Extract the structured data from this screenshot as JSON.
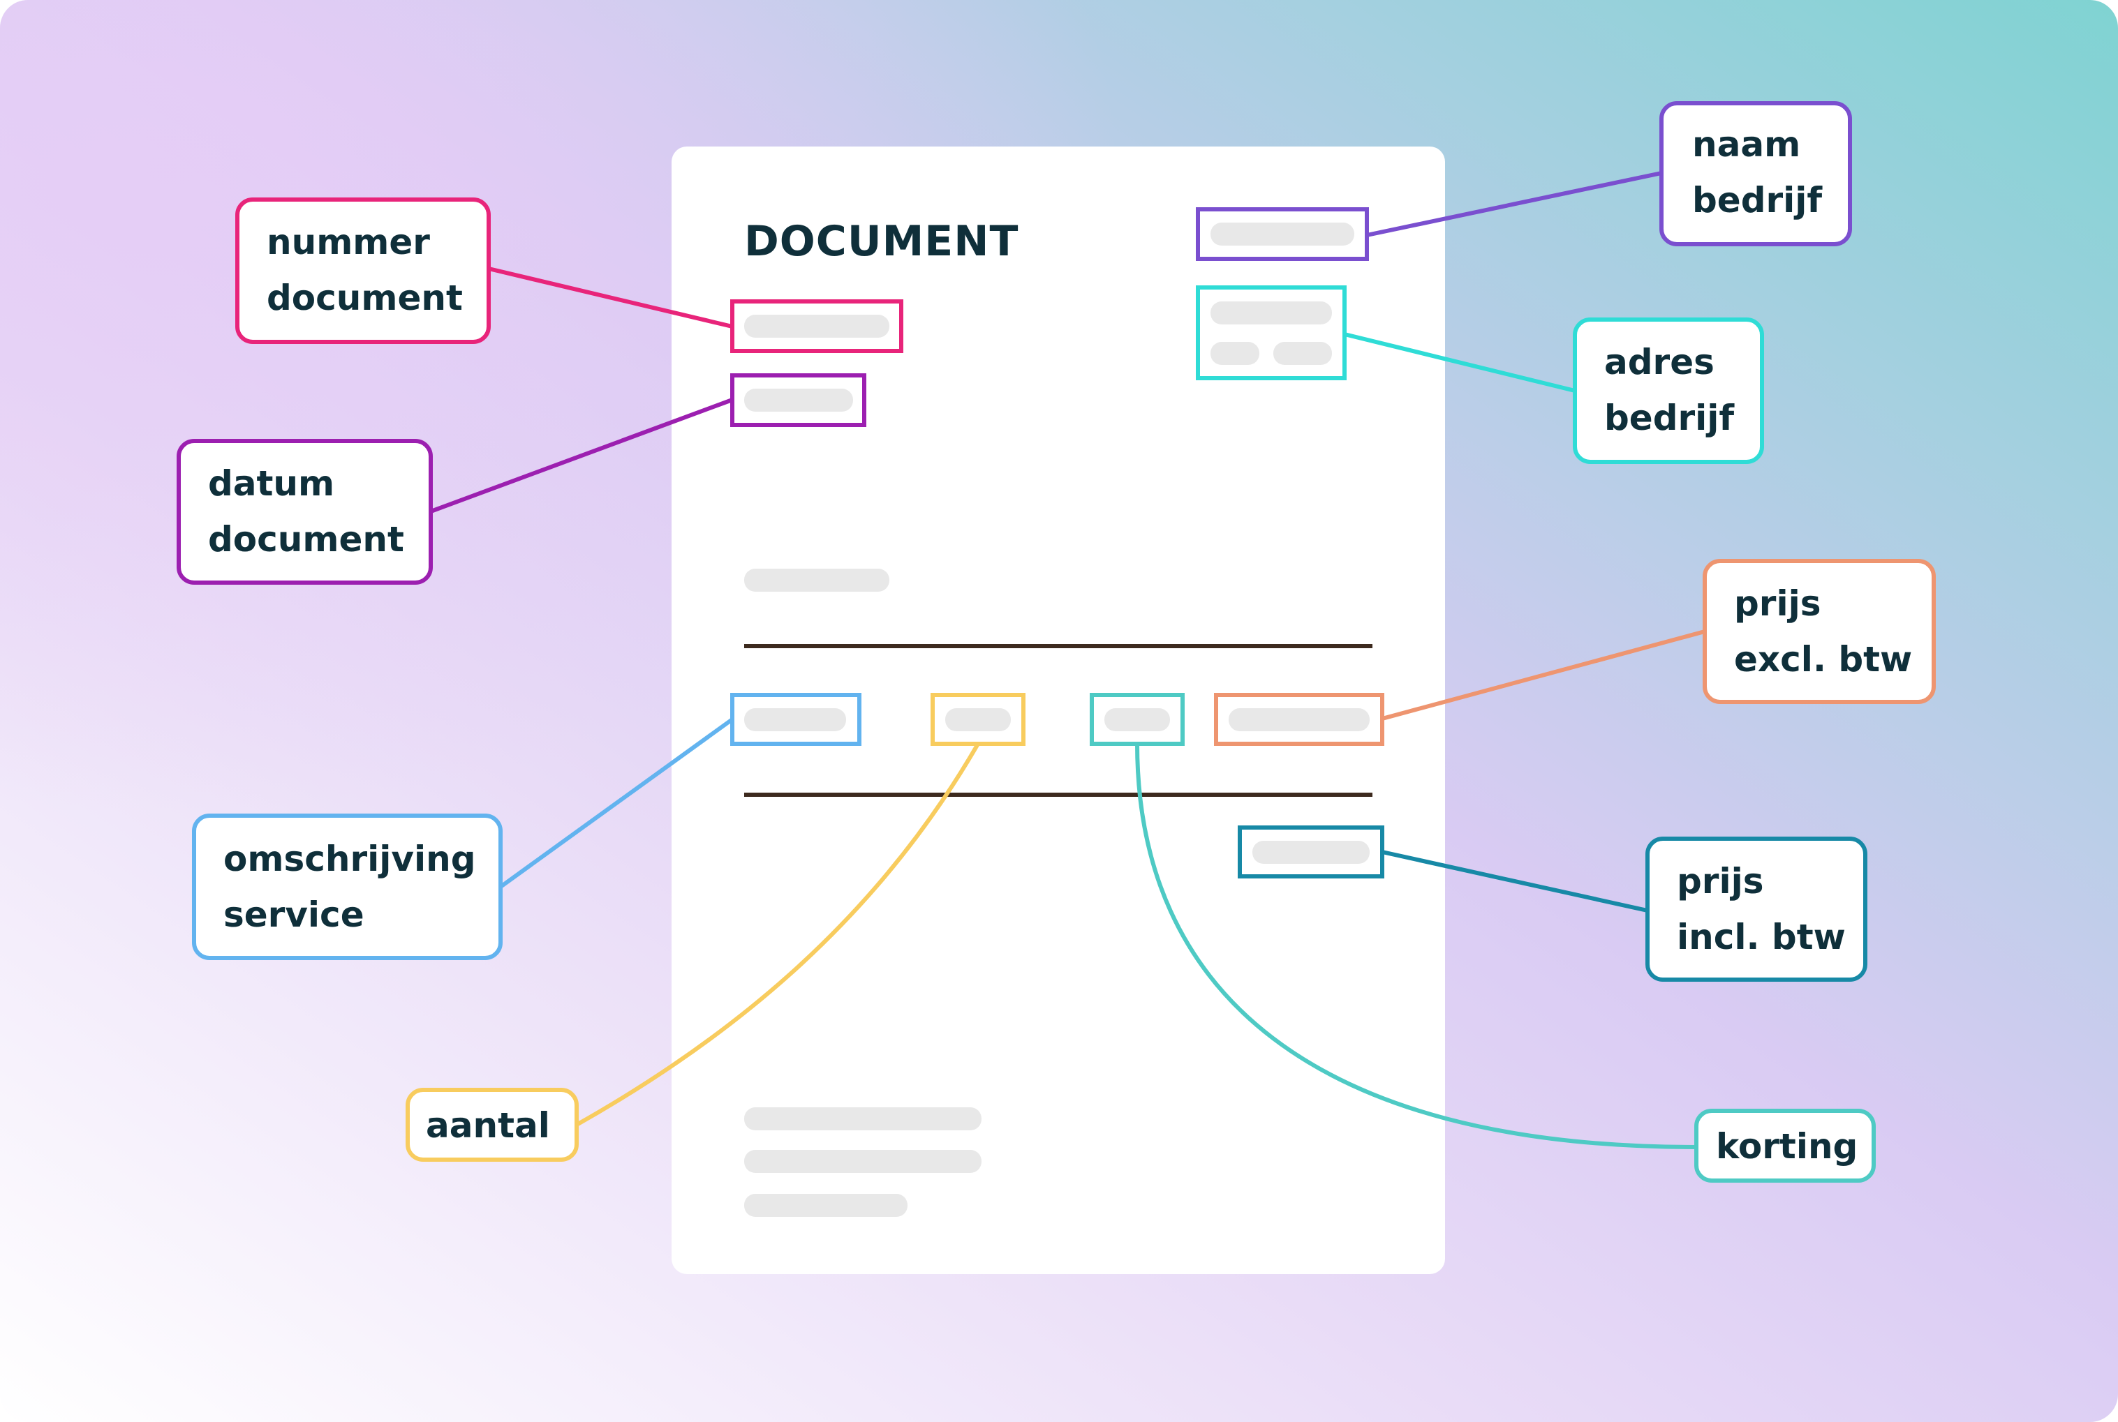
{
  "document": {
    "title": "DOCUMENT"
  },
  "colors": {
    "text": "#0f2f3a",
    "placeholder": "#e8e8e8",
    "divider": "#3d2a1e",
    "paper": "#ffffff",
    "bg_pink": "#e6cdf6",
    "bg_lilac": "#d9cbf3",
    "bg_teal": "#7fd3d2"
  },
  "callouts": [
    {
      "id": "nummer-document",
      "lines": [
        "nummer",
        "document"
      ],
      "color": "#e8247a"
    },
    {
      "id": "datum-document",
      "lines": [
        "datum",
        "document"
      ],
      "color": "#9c1fb0"
    },
    {
      "id": "naam-bedrijf",
      "lines": [
        "naam",
        "bedrijf"
      ],
      "color": "#7a4fcf"
    },
    {
      "id": "adres-bedrijf",
      "lines": [
        "adres",
        "bedrijf"
      ],
      "color": "#2fdcd6"
    },
    {
      "id": "prijs-excl-btw",
      "lines": [
        "prijs",
        "excl. btw"
      ],
      "color": "#ee9570"
    },
    {
      "id": "omschrijving-service",
      "lines": [
        "omschrijving",
        "service"
      ],
      "color": "#62b3ef"
    },
    {
      "id": "prijs-incl-btw",
      "lines": [
        "prijs",
        "incl. btw"
      ],
      "color": "#1789a6"
    },
    {
      "id": "aantal",
      "lines": [
        "aantal"
      ],
      "color": "#f8cc5e"
    },
    {
      "id": "korting",
      "lines": [
        "korting"
      ],
      "color": "#4ecac4"
    }
  ]
}
